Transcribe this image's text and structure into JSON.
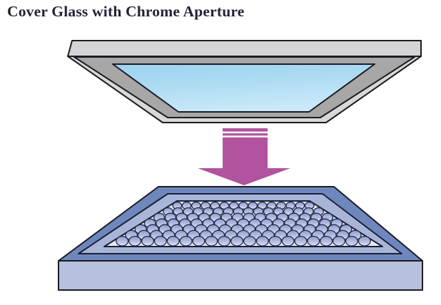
{
  "page": {
    "background": "#ffffff"
  },
  "title": {
    "text": "Cover Glass with Chrome Aperture",
    "color": "#1f2333"
  },
  "diagram": {
    "outline_color": "#1c1c24",
    "cover_glass": {
      "slab_color": "#d4d4d4",
      "rim_color": "#d8d8d8",
      "bezel_color": "#a7a7a7",
      "glass_color_top": "#9cd2ee",
      "glass_color_mid": "#aedcf3",
      "glass_color_bottom": "#c9e9f8"
    },
    "arrow": {
      "color": "#b1539e",
      "stripe_color": "#ffffff"
    },
    "substrate": {
      "navy_outline": "#1a2036",
      "rim_color": "#6e87bd",
      "band_color": "#a9b5d8",
      "front_color": "#b7c1de",
      "lens_area_bg": "#e8ecf6",
      "lens_stroke": "#262c45",
      "lens_fill_top": "#8f9cce",
      "lens_fill_mid": "#b4bee4",
      "lens_fill_bottom": "#e0e5f6",
      "lens_rows": 7,
      "lens_counts": [
        15,
        16,
        16,
        17,
        18,
        19,
        20
      ]
    }
  }
}
